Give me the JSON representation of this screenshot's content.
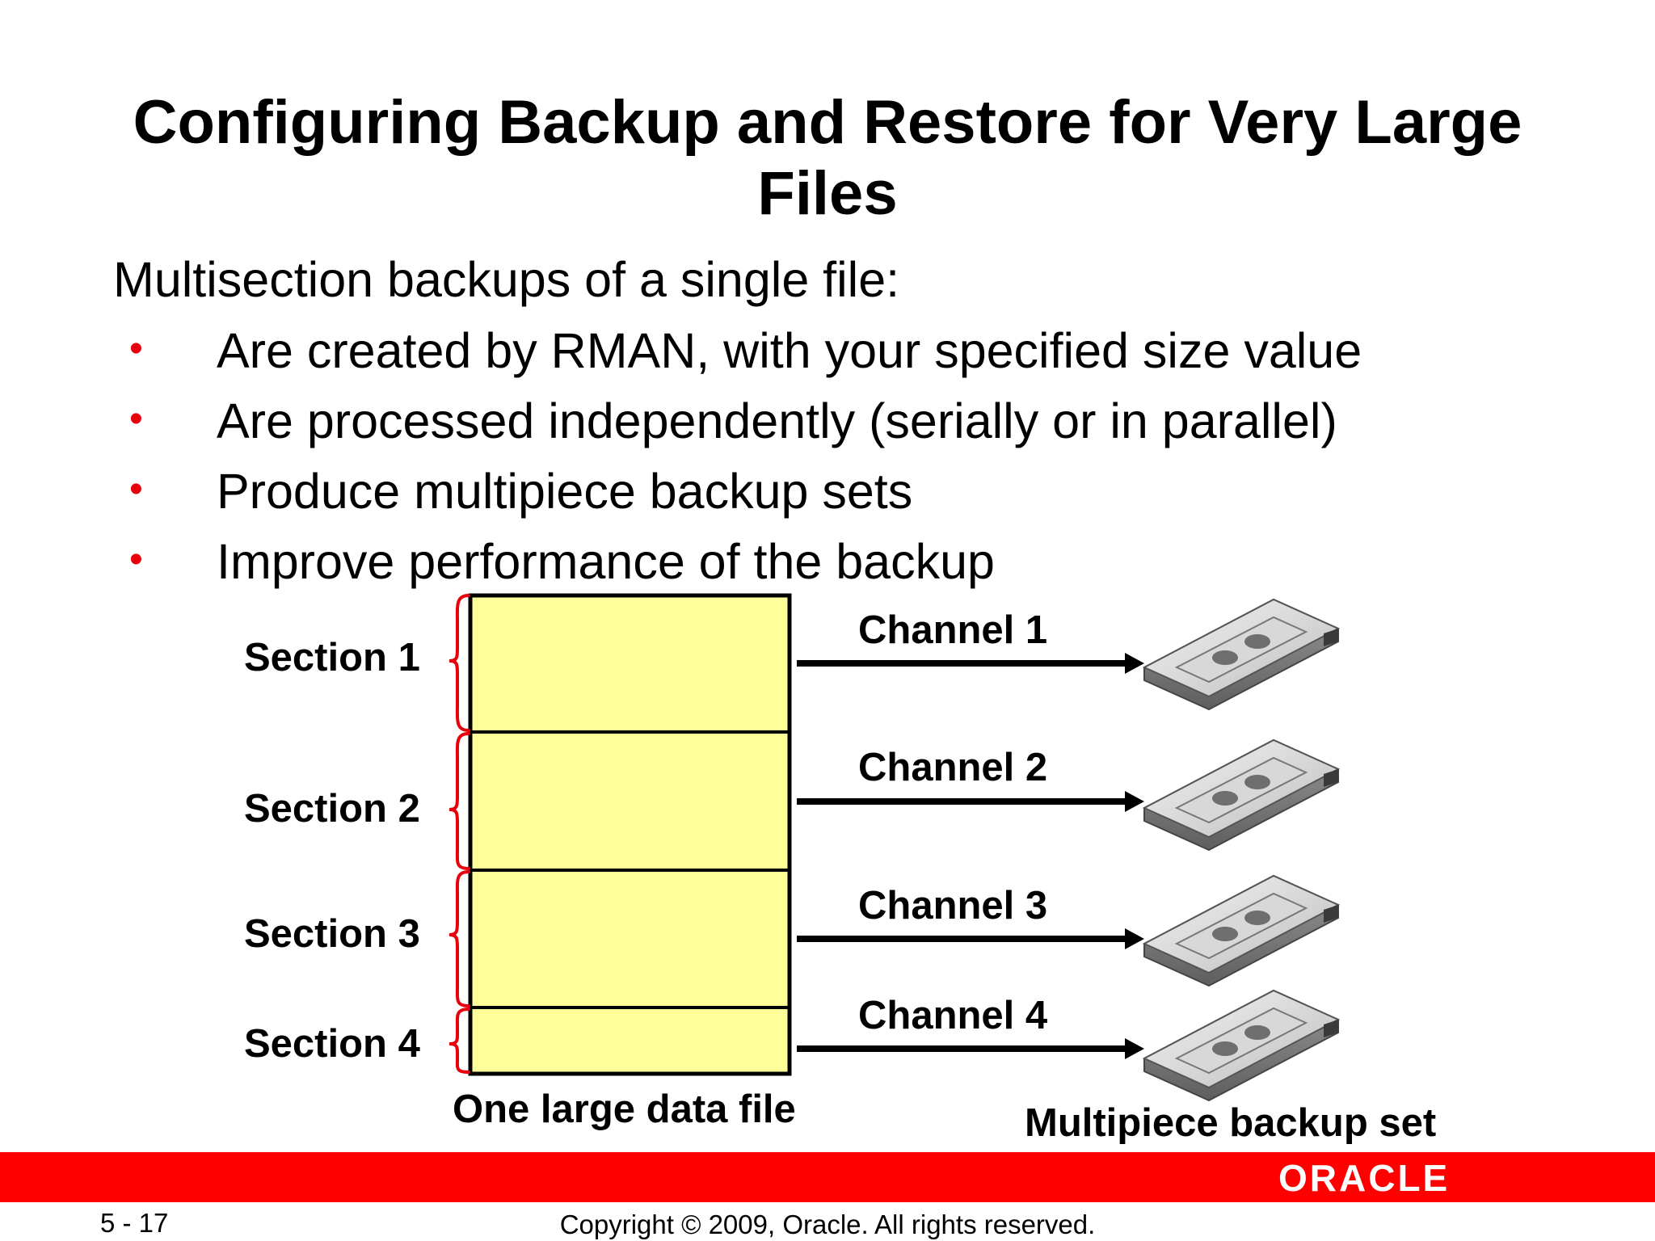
{
  "title": {
    "line1": "Configuring Backup and Restore for Very Large",
    "line2": "Files"
  },
  "intro": "Multisection backups of a single file:",
  "bullets": [
    "Are created by RMAN, with your specified size value",
    "Are processed independently (serially or in parallel)",
    "Produce multipiece backup sets",
    "Improve performance of the backup"
  ],
  "diagram": {
    "sections": [
      "Section 1",
      "Section 2",
      "Section 3",
      "Section 4"
    ],
    "channels": [
      "Channel 1",
      "Channel 2",
      "Channel 3",
      "Channel 4"
    ],
    "file_caption": "One large data file",
    "set_caption": "Multipiece backup set"
  },
  "colors": {
    "bullet": "#e8000c",
    "brace": "#e8000c",
    "file_fill": "#ffff99",
    "footer_bar": "#ff0000"
  },
  "icons": {
    "device": "tape-cartridge-icon"
  },
  "footer": {
    "logo": "ORACLE",
    "slide_number": "5 - 17",
    "copyright": "Copyright © 2009, Oracle. All rights reserved."
  }
}
